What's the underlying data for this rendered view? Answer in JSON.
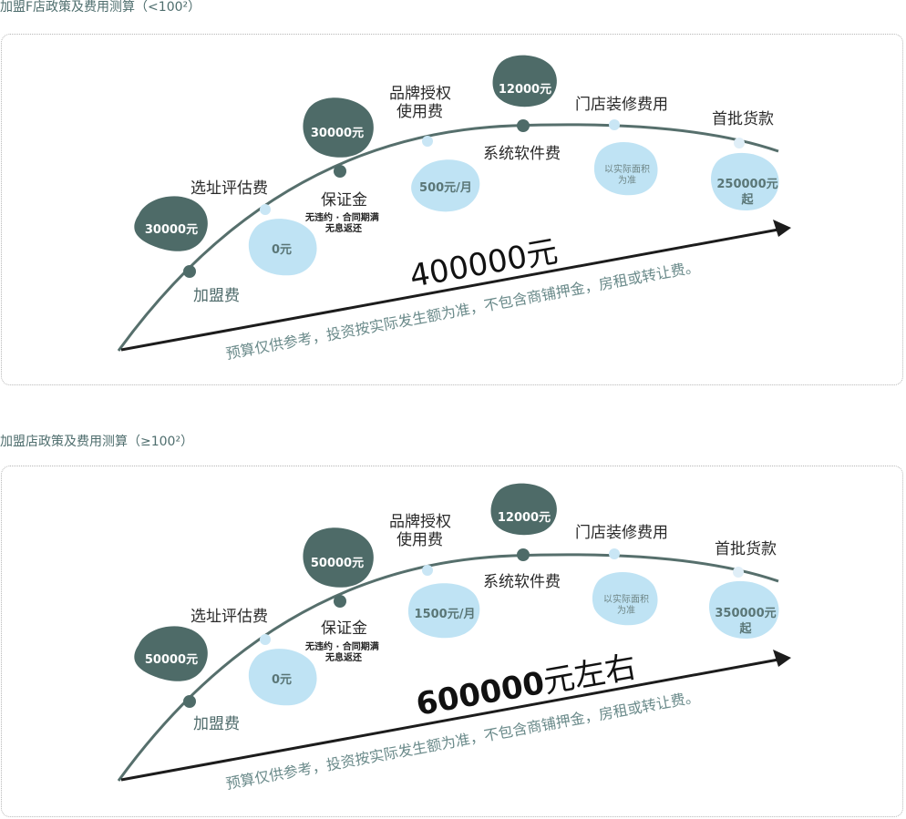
{
  "sections": [
    {
      "title": "加盟F店政策及费用测算（<100²）",
      "total_num": "400000",
      "total_unit": "元",
      "disclaimer": "预算仅供参考，投资按实际发生额为准，不包含商铺押金，房租或转让费。",
      "labels": {
        "franchise": "加盟费",
        "site": "选址评估费",
        "deposit": "保证金",
        "deposit_note1": "无违约 · 合同期满",
        "deposit_note2": "无息返还",
        "brand1": "品牌授权",
        "brand2": "使用费",
        "software": "系统软件费",
        "decor": "门店装修费用",
        "goods": "首批货款"
      },
      "values": {
        "franchise": "30000元",
        "site": "0元",
        "deposit": "30000元",
        "brand": "500元/月",
        "software": "12000元",
        "decor1": "以实际面积",
        "decor2": "为准",
        "goods1": "250000元",
        "goods2": "起"
      }
    },
    {
      "title": "加盟店政策及费用测算（≥100²）",
      "total_num": "600000",
      "total_unit": "元左右",
      "disclaimer": "预算仅供参考，投资按实际发生额为准，不包含商铺押金，房租或转让费。",
      "labels": {
        "franchise": "加盟费",
        "site": "选址评估费",
        "deposit": "保证金",
        "deposit_note1": "无违约 · 合同期满",
        "deposit_note2": "无息返还",
        "brand1": "品牌授权",
        "brand2": "使用费",
        "software": "系统软件费",
        "decor": "门店装修费用",
        "goods": "首批货款"
      },
      "values": {
        "franchise": "50000元",
        "site": "0元",
        "deposit": "50000元",
        "brand": "1500元/月",
        "software": "12000元",
        "decor1": "以实际面积",
        "decor2": "为准",
        "goods1": "350000元",
        "goods2": "起"
      }
    }
  ],
  "colors": {
    "dark_green": "#4e6b68",
    "light_blue": "#bfe3f4",
    "curve": "#566f6c",
    "arrow": "#1c1c1c",
    "title": "#4f6e6e"
  }
}
